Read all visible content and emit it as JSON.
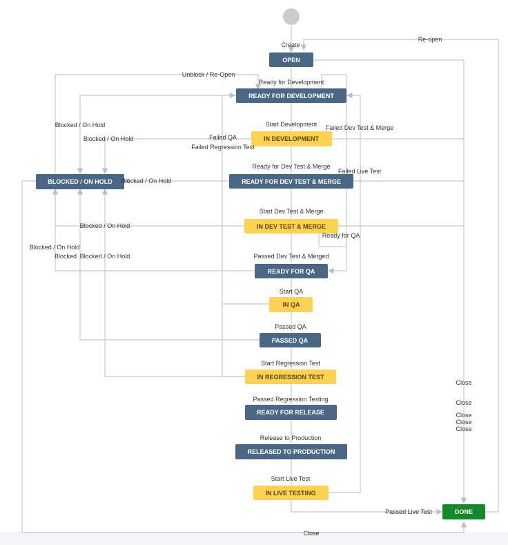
{
  "colors": {
    "todo": "#4a6785",
    "in_progress": "#ffd351",
    "done": "#14892c",
    "start": "#cccccc",
    "line": "#c7c7c7",
    "label": "#333333"
  },
  "statuses": {
    "open": "OPEN",
    "ready_for_development": "READY FOR DEVELOPMENT",
    "in_development": "IN DEVELOPMENT",
    "blocked_on_hold": "BLOCKED / ON HOLD",
    "ready_for_dev_test_merge": "READY FOR DEV TEST & MERGE",
    "in_dev_test_merge": "IN DEV TEST & MERGE",
    "ready_for_qa": "READY FOR QA",
    "in_qa": "IN QA",
    "passed_qa": "PASSED QA",
    "in_regression_test": "IN REGRESSION TEST",
    "ready_for_release": "READY FOR RELEASE",
    "released_to_production": "RELEASED TO PRODUCTION",
    "in_live_testing": "IN LIVE TESTING",
    "done": "DONE"
  },
  "transitions": {
    "create": "Create",
    "reopen": "Re-open",
    "unblock_reopen": "Unblock / Re-Open",
    "ready_for_development": "Ready for Development",
    "blocked_1": "Blocked / On Hold",
    "blocked_2": "Blocked / On Hold",
    "blocked_3": "Blocked / On Hold",
    "blocked_4": "Blocked / On Hold",
    "blocked_5": "Blocked / On Hold",
    "blocked_6": "Blocked / On Hold",
    "blocked_short": "Blocked",
    "start_development": "Start Development",
    "failed_dev_test_merge": "Failed Dev Test & Merge",
    "failed_qa": "Failed QA",
    "failed_regression_test": "Failed Regression Test",
    "ready_for_dev_test_merge": "Ready for Dev Test & Merge",
    "failed_live_test": "Failed Live Test",
    "start_dev_test_merge": "Start Dev Test & Merge",
    "ready_for_qa": "Ready for QA",
    "passed_dev_test_merged": "Passed Dev Test & Merged",
    "start_qa": "Start QA",
    "passed_qa": "Passed QA",
    "start_regression_test": "Start Regression Test",
    "passed_regression_testing": "Passed Regression Testing",
    "release_to_production": "Release to Production",
    "start_live_test": "Start Live Test",
    "passed_live_test": "Passed Live Test",
    "close_1": "Close",
    "close_2": "Close",
    "close_3": "Close",
    "close_4": "Close",
    "close_5": "Close",
    "close_6": "Close"
  }
}
